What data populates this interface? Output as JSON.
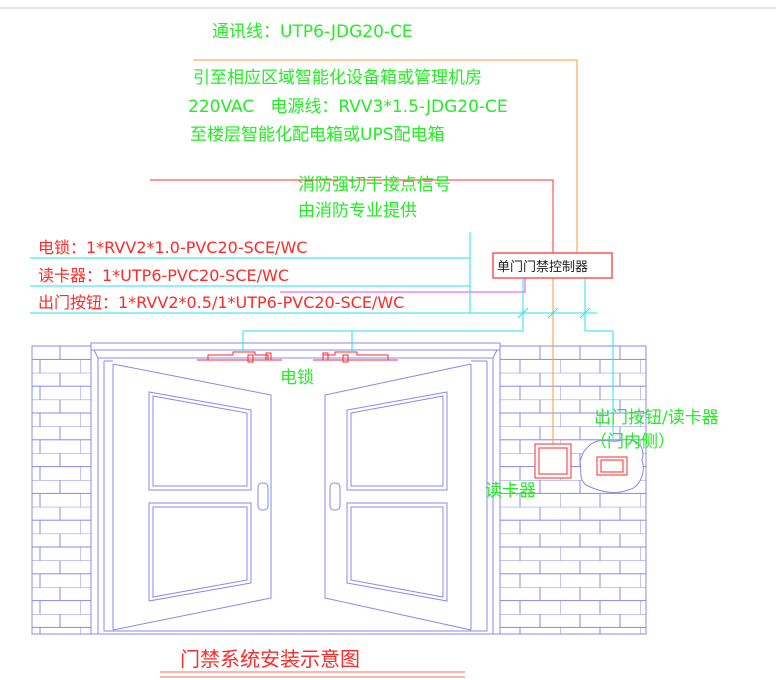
{
  "comm_line": {
    "label": "通讯线：UTP6-JDG20-CE",
    "note": "引至相应区域智能化设备箱或管理机房"
  },
  "power_line": {
    "label": "220VAC   电源线：RVV3*1.5-JDG20-CE",
    "note": "至楼层智能化配电箱或UPS配电箱"
  },
  "fire_signal": {
    "label": "消防强切干接点信号",
    "note": "由消防专业提供"
  },
  "cables": [
    "电锁：1*RVV2*1.0-PVC20-SCE/WC",
    "读卡器：1*UTP6-PVC20-SCE/WC",
    "出门按钮：1*RVV2*0.5/1*UTP6-PVC20-SCE/WC"
  ],
  "controller_label": "单门门禁控制器",
  "electric_lock_label": "电锁",
  "card_reader_label": "读卡器",
  "exit_button_label": "出门按钮/读卡器",
  "exit_button_note": "（门内侧）",
  "title": "门禁系统安装示意图",
  "colors": {
    "green": "#22ee22",
    "red": "#ff2a2a",
    "cyan": "#22e5f0",
    "orange": "#ff9933",
    "magenta": "#ee44ee",
    "wall": "#8888ee"
  }
}
